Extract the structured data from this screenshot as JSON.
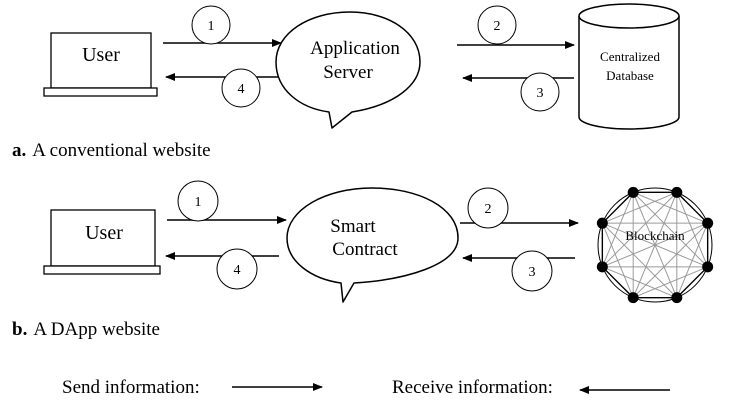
{
  "diagram_a": {
    "user_label": "User",
    "server_label_line1": "Application",
    "server_label_line2": "Server",
    "database_label_line1": "Centralized",
    "database_label_line2": "Database",
    "step1": "1",
    "step2": "2",
    "step3": "3",
    "step4": "4",
    "caption_prefix": "a.",
    "caption_text": "A conventional website"
  },
  "diagram_b": {
    "user_label": "User",
    "contract_label_line1": "Smart",
    "contract_label_line2": "Contract",
    "blockchain_label": "Blockchain",
    "step1": "1",
    "step2": "2",
    "step3": "3",
    "step4": "4",
    "caption_prefix": "b.",
    "caption_text": "A DApp website"
  },
  "legend": {
    "send_label": "Send information:",
    "receive_label": "Receive information:"
  },
  "colors": {
    "stroke": "#000000",
    "mesh": "#9a9a9a",
    "background": "#ffffff"
  }
}
